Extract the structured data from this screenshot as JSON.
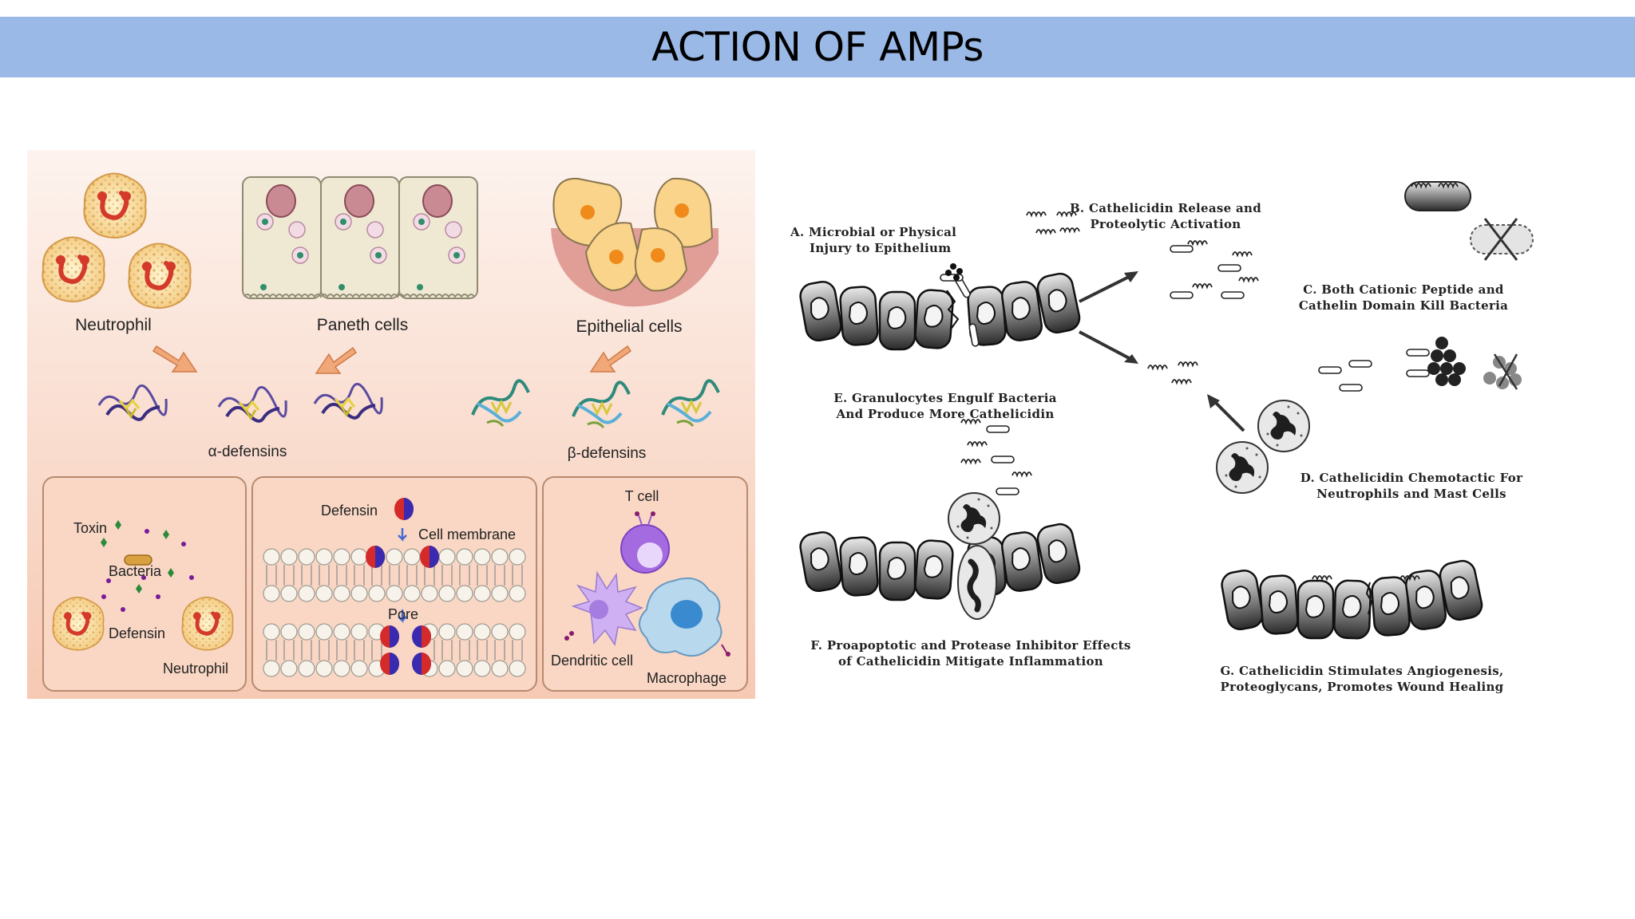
{
  "slide": {
    "title": "ACTION OF AMPs"
  },
  "left_figure": {
    "cells": {
      "neutrophil": "Neutrophil",
      "paneth": "Paneth cells",
      "epithelial": "Epithelial cells"
    },
    "defensins": {
      "alpha": "α-defensins",
      "beta": "β-defensins"
    },
    "panel_1": {
      "toxin": "Toxin",
      "bacteria": "Bacteria",
      "defensin": "Defensin",
      "neutrophil": "Neutrophil"
    },
    "panel_2": {
      "defensin": "Defensin",
      "membrane": "Cell membrane",
      "pore": "Pore"
    },
    "panel_3": {
      "t_cell": "T cell",
      "dendritic": "Dendritic cell",
      "macrophage": "Macrophage"
    }
  },
  "right_figure": {
    "step_a": [
      "A. Microbial or Physical",
      "Injury to Epithelium"
    ],
    "step_b": [
      "B. Cathelicidin Release and",
      "Proteolytic Activation"
    ],
    "step_c": [
      "C. Both Cationic Peptide and",
      "Cathelin Domain Kill Bacteria"
    ],
    "step_d": [
      "D. Cathelicidin Chemotactic For",
      "Neutrophils and Mast Cells"
    ],
    "step_e": [
      "E. Granulocytes Engulf Bacteria",
      "And Produce More Cathelicidin"
    ],
    "step_f": [
      "F. Proapoptotic and Protease Inhibitor Effects",
      "of Cathelicidin Mitigate Inflammation"
    ],
    "step_g": [
      "G. Cathelicidin Stimulates Angiogenesis,",
      "Proteoglycans, Promotes Wound Healing"
    ]
  }
}
